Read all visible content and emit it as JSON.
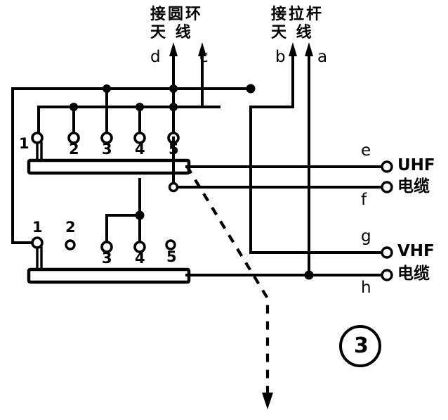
{
  "figure": {
    "number": "3",
    "caption_style": "circled-number"
  },
  "antenna_labels": {
    "loop": {
      "line1": "接圆环",
      "line2": "天    线",
      "terminal_left": "d",
      "terminal_right": "c"
    },
    "rod": {
      "line1": "接拉杆",
      "line2": "天    线",
      "terminal_left": "b",
      "terminal_right": "a"
    }
  },
  "output_terminals": [
    {
      "id": "e",
      "label": "e",
      "cable": "UHF",
      "cable_cjk": "电缆"
    },
    {
      "id": "f",
      "label": "f",
      "cable": "",
      "cable_cjk": ""
    },
    {
      "id": "g",
      "label": "g",
      "cable": "VHF",
      "cable_cjk": "电缆"
    },
    {
      "id": "h",
      "label": "h",
      "cable": "",
      "cable_cjk": ""
    }
  ],
  "cable_groups": [
    {
      "name": "UHF",
      "name_cjk": "电缆",
      "terminals": [
        "e",
        "f"
      ]
    },
    {
      "name": "VHF",
      "name_cjk": "电缆",
      "terminals": [
        "g",
        "h"
      ]
    }
  ],
  "switches": [
    {
      "name": "upper-switch",
      "contacts": [
        {
          "number": "1",
          "state": "wired"
        },
        {
          "number": "2",
          "state": "wired"
        },
        {
          "number": "3",
          "state": "wired"
        },
        {
          "number": "4",
          "state": "wired"
        },
        {
          "number": "5",
          "state": "wired"
        }
      ]
    },
    {
      "name": "lower-switch",
      "contacts": [
        {
          "number": "1",
          "state": "wired"
        },
        {
          "number": "2",
          "state": "open"
        },
        {
          "number": "3",
          "state": "wired"
        },
        {
          "number": "4",
          "state": "wired"
        },
        {
          "number": "5",
          "state": "open"
        }
      ]
    }
  ],
  "colors": {
    "line": "#000000",
    "background": "#ffffff"
  }
}
